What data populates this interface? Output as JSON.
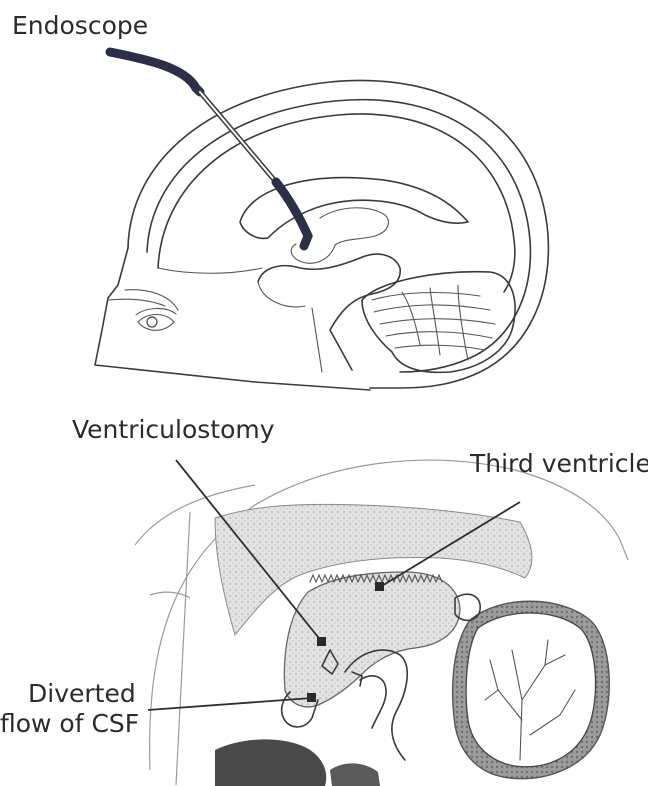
{
  "labels": {
    "endoscope": "Endoscope",
    "ventriculostomy": "Ventriculostomy",
    "third_ventricle": "Third ventricle",
    "diverted_line1": "Diverted",
    "diverted_line2": "flow of CSF"
  },
  "colors": {
    "ink": "#2b2b2b",
    "endoscope_tube": "#2c2f45",
    "ventricle_fill": "#d4d4d4",
    "dark_fill": "#555555"
  }
}
